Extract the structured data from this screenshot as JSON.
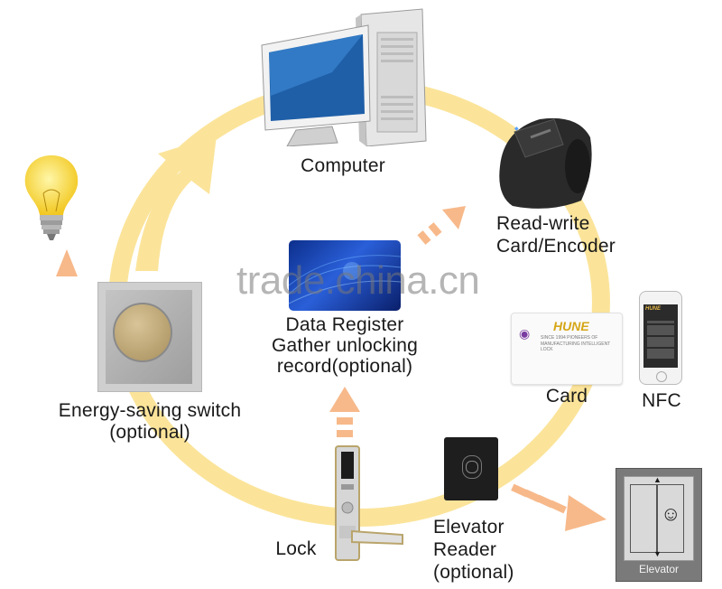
{
  "colors": {
    "ring": "#fbe49a",
    "arrow": "#f7b98a",
    "text": "#1a1a1a"
  },
  "nodes": {
    "computer": {
      "label": "Computer"
    },
    "encoder": {
      "line1": "Read-write",
      "line2": "Card/Encoder"
    },
    "data_register": {
      "line1": "Data Register",
      "line2": "Gather unlocking",
      "line3": "record(optional)"
    },
    "card": {
      "label": "Card",
      "brand": "HUNE",
      "tagline1": "SINCE 1994 PIONEERS OF",
      "tagline2": "MANUFACTURING INTELLIGENT LOCK"
    },
    "nfc": {
      "label": "NFC",
      "brand": "HUNE"
    },
    "energy_switch": {
      "line1": "Energy-saving switch",
      "line2": "(optional)"
    },
    "lock": {
      "label": "Lock"
    },
    "elevator_reader": {
      "line1": "Elevator",
      "line2": "Reader",
      "line3": "(optional)"
    },
    "elevator": {
      "label": "Elevator"
    },
    "bulb": {
      "icon": "light-bulb-icon"
    }
  },
  "watermark": "trade.china.cn"
}
